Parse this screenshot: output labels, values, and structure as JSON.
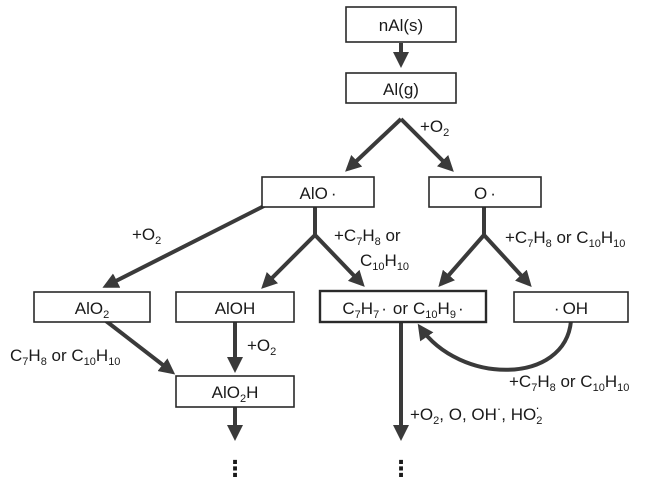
{
  "nodes": {
    "nal": {
      "text": "nAl(s)"
    },
    "alg": {
      "text": "Al(g)"
    },
    "alo": {
      "text": "AlO",
      "dot": "·"
    },
    "o": {
      "text": "O",
      "dot": "·"
    },
    "alo2": {
      "text": "AlO",
      "sub": "2"
    },
    "aloh": {
      "text": "AlOH"
    },
    "c7h7": {
      "a": "C",
      "a1": "7",
      "b": "H",
      "b1": "7",
      "dot": "·",
      "or": "or",
      "c": "C",
      "c1": "10",
      "d": "H",
      "d1": "9",
      "dot2": "·"
    },
    "oh": {
      "dot": "·",
      "text": "OH"
    },
    "alo2h": {
      "a": "AlO",
      "a1": "2",
      "b": "H"
    }
  },
  "labels": {
    "o2_top": {
      "plus": "+O",
      "sub": "2"
    },
    "o2_left": {
      "plus": "+O",
      "sub": "2"
    },
    "c7h8_mid": {
      "line1": "+C",
      "s1": "7",
      "h": "H",
      "s2": "8",
      "or": " or",
      "line2c": "C",
      "s3": "10",
      "line2h": "H",
      "s4": "10"
    },
    "c7h8_right": {
      "p": "+C",
      "s1": "7",
      "h": "H",
      "s2": "8",
      "or": " or C",
      "s3": "10",
      "h2": "H",
      "s4": "10"
    },
    "c7h8_left": {
      "p": "C",
      "s1": "7",
      "h": "H",
      "s2": "8",
      "or": " or C",
      "s3": "10",
      "h2": "H",
      "s4": "10"
    },
    "o2_aloh": {
      "plus": "+O",
      "sub": "2"
    },
    "c7h8_loop": {
      "p": "+C",
      "s1": "7",
      "h": "H",
      "s2": "8",
      "or": " or C",
      "s3": "10",
      "h2": "H",
      "s4": "10"
    },
    "products": {
      "a": "+O",
      "s1": "2",
      "b": ", O, OH",
      "sup1": "·",
      "c": ", HO",
      "s2": "2",
      "sup2": "·"
    }
  },
  "continuation": {
    "dots": "⋮"
  }
}
